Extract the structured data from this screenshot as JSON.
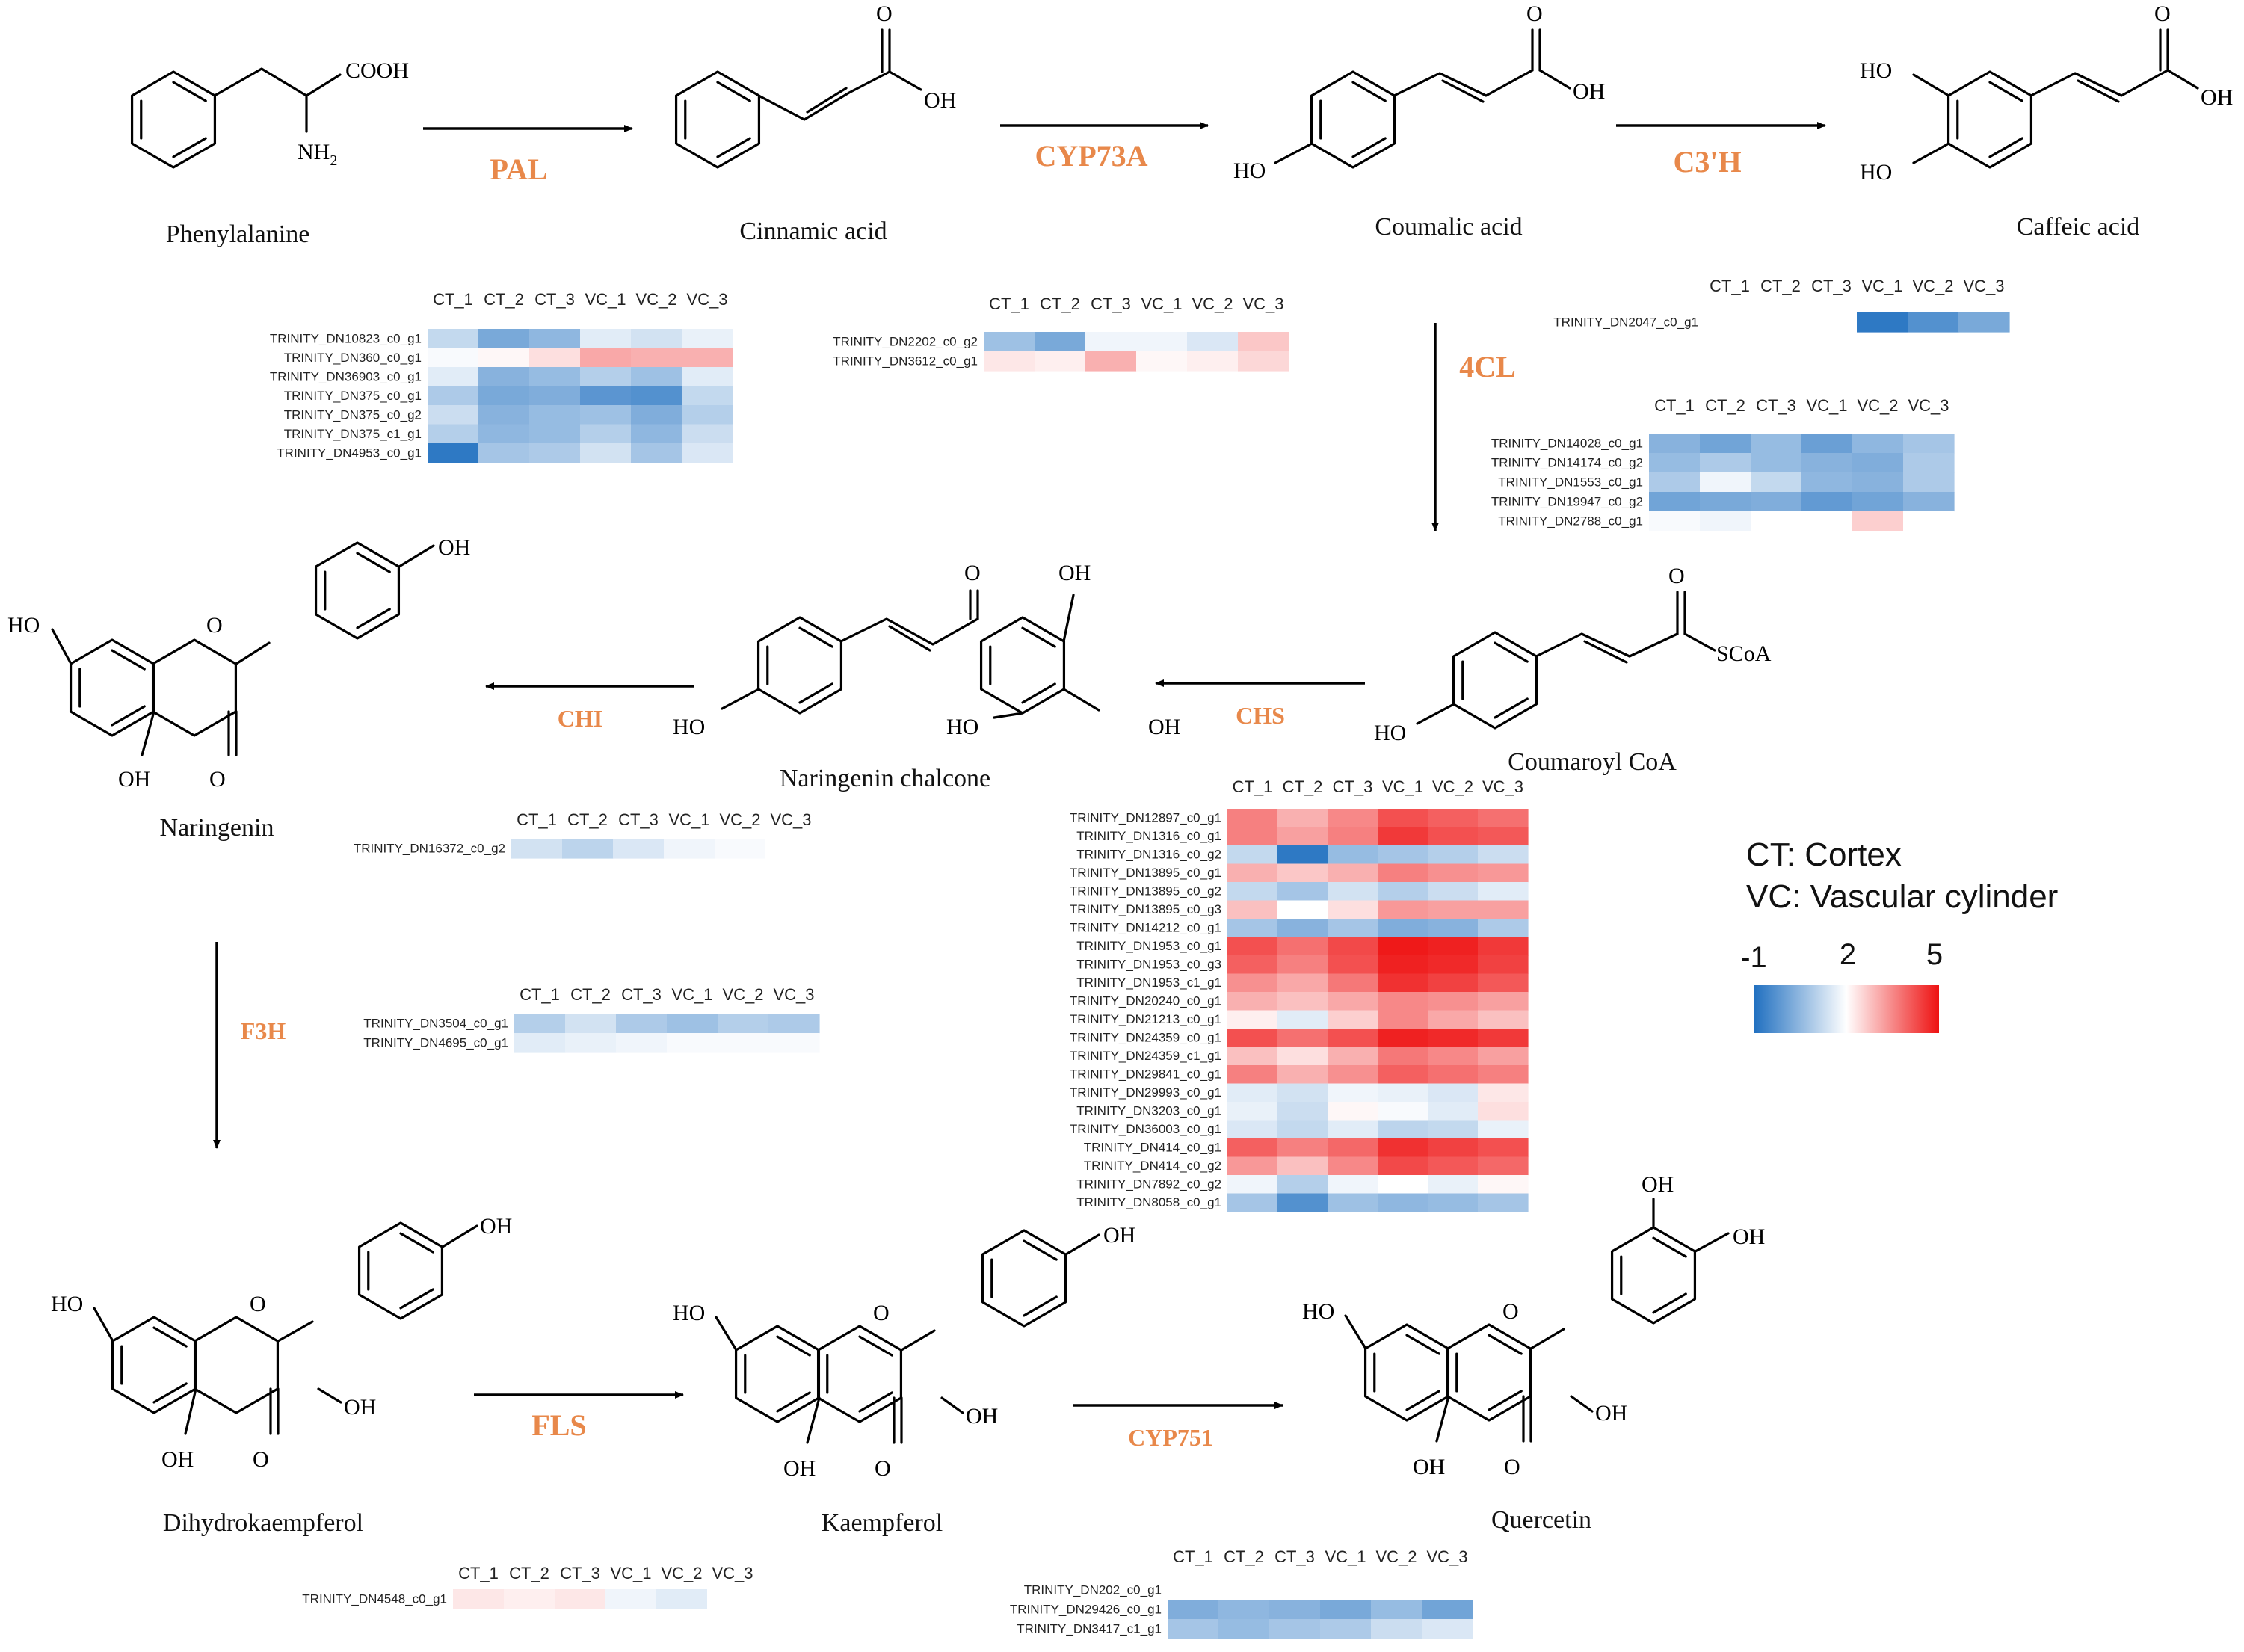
{
  "compounds": {
    "phenylalanine": "Phenylalanine",
    "cinnamic": "Cinnamic acid",
    "coumalic": "Coumalic acid",
    "caffeic": "Caffeic acid",
    "coumaroyl": "Coumaroyl CoA",
    "chalcone": "Naringenin chalcone",
    "naringenin": "Naringenin",
    "dihydrokaempferol": "Dihydrokaempferol",
    "kaempferol": "Kaempferol",
    "quercetin": "Quercetin"
  },
  "enzymes": {
    "pal": "PAL",
    "cyp73a": "CYP73A",
    "c3h": "C3'H",
    "cl4": "4CL",
    "chs": "CHS",
    "chi": "CHI",
    "f3h": "F3H",
    "fls": "FLS",
    "cyp751": "CYP751"
  },
  "atoms": {
    "cooh": "COOH",
    "nh2": "NH",
    "nh2_sub": "2",
    "oh": "OH",
    "ho": "HO",
    "o": "O",
    "scoa": "SCoA"
  },
  "legend": {
    "ct": "CT: Cortex",
    "vc": "VC: Vascular cylinder",
    "ticks": [
      "-1",
      "2",
      "5"
    ],
    "colors": {
      "low": "#1f6fc0",
      "mid": "#ffffff",
      "high": "#ee1111"
    },
    "range": [
      -1,
      5
    ]
  },
  "columns": [
    "CT_1",
    "CT_2",
    "CT_3",
    "VC_1",
    "VC_2",
    "VC_3"
  ],
  "heatmaps": [
    {
      "id": "pal",
      "rows": [
        {
          "gene": "TRINITY_DN10823_c0_g1",
          "values": [
            1.2,
            0.2,
            0.5,
            1.6,
            1.4,
            1.7
          ]
        },
        {
          "gene": "TRINITY_DN360_c0_g1",
          "values": [
            1.9,
            2.1,
            2.4,
            3.1,
            3.0,
            3.0
          ]
        },
        {
          "gene": "TRINITY_DN36903_c0_g1",
          "values": [
            1.6,
            0.4,
            0.6,
            1.0,
            0.7,
            1.6
          ]
        },
        {
          "gene": "TRINITY_DN375_c0_g1",
          "values": [
            0.9,
            0.2,
            0.3,
            -0.2,
            -0.3,
            1.2
          ]
        },
        {
          "gene": "TRINITY_DN375_c0_g2",
          "values": [
            1.3,
            0.4,
            0.6,
            0.7,
            0.3,
            1.0
          ]
        },
        {
          "gene": "TRINITY_DN375_c1_g1",
          "values": [
            1.0,
            0.5,
            0.6,
            1.0,
            0.5,
            1.3
          ]
        },
        {
          "gene": "TRINITY_DN4953_c0_g1",
          "values": [
            -0.8,
            0.8,
            0.9,
            1.4,
            0.8,
            1.5
          ]
        }
      ]
    },
    {
      "id": "cyp73a",
      "rows": [
        {
          "gene": "TRINITY_DN2202_c0_g2",
          "values": [
            0.7,
            0.2,
            1.8,
            1.8,
            1.5,
            2.7
          ]
        },
        {
          "gene": "TRINITY_DN3612_c0_g1",
          "values": [
            2.3,
            2.2,
            3.0,
            2.1,
            2.2,
            2.5
          ]
        }
      ]
    },
    {
      "id": "c3h",
      "rows": [
        {
          "gene": "TRINITY_DN2047_c0_g1",
          "values": [
            2.0,
            2.0,
            2.0,
            -0.8,
            -0.3,
            0.2
          ]
        }
      ]
    },
    {
      "id": "4cl",
      "rows": [
        {
          "gene": "TRINITY_DN14028_c0_g1",
          "values": [
            0.4,
            0.1,
            0.6,
            0.0,
            0.5,
            0.8
          ]
        },
        {
          "gene": "TRINITY_DN14174_c0_g2",
          "values": [
            0.6,
            0.9,
            0.6,
            0.4,
            0.3,
            0.9
          ]
        },
        {
          "gene": "TRINITY_DN1553_c0_g1",
          "values": [
            0.9,
            1.8,
            1.2,
            0.5,
            0.4,
            0.9
          ]
        },
        {
          "gene": "TRINITY_DN19947_c0_g2",
          "values": [
            0.1,
            0.2,
            0.3,
            -0.1,
            0.1,
            0.4
          ]
        },
        {
          "gene": "TRINITY_DN2788_c0_g1",
          "values": [
            1.9,
            1.8,
            2.0,
            2.0,
            2.6,
            2.0
          ]
        }
      ]
    },
    {
      "id": "chi",
      "rows": [
        {
          "gene": "TRINITY_DN16372_c0_g2",
          "values": [
            1.4,
            1.1,
            1.5,
            1.8,
            1.9,
            2.0
          ]
        }
      ]
    },
    {
      "id": "f3h",
      "rows": [
        {
          "gene": "TRINITY_DN3504_c0_g1",
          "values": [
            1.0,
            1.4,
            0.9,
            0.7,
            1.0,
            0.9
          ]
        },
        {
          "gene": "TRINITY_DN4695_c0_g1",
          "values": [
            1.6,
            1.7,
            1.8,
            1.9,
            1.9,
            1.9
          ]
        }
      ]
    },
    {
      "id": "chs",
      "rows": [
        {
          "gene": "TRINITY_DN12897_c0_g1",
          "values": [
            3.6,
            3.0,
            3.5,
            4.2,
            4.0,
            3.8
          ]
        },
        {
          "gene": "TRINITY_DN1316_c0_g1",
          "values": [
            3.6,
            3.2,
            3.6,
            4.5,
            4.2,
            4.1
          ]
        },
        {
          "gene": "TRINITY_DN1316_c0_g2",
          "values": [
            1.2,
            -0.8,
            0.6,
            0.8,
            1.0,
            1.3
          ]
        },
        {
          "gene": "TRINITY_DN13895_c0_g1",
          "values": [
            3.0,
            2.7,
            3.0,
            3.6,
            3.4,
            3.3
          ]
        },
        {
          "gene": "TRINITY_DN13895_c0_g2",
          "values": [
            1.2,
            0.8,
            1.4,
            1.0,
            1.3,
            1.6
          ]
        },
        {
          "gene": "TRINITY_DN13895_c0_g3",
          "values": [
            2.8,
            2.0,
            2.4,
            3.3,
            3.2,
            3.2
          ]
        },
        {
          "gene": "TRINITY_DN14212_c0_g1",
          "values": [
            0.8,
            0.4,
            0.8,
            0.3,
            0.4,
            0.9
          ]
        },
        {
          "gene": "TRINITY_DN1953_c0_g1",
          "values": [
            4.2,
            3.8,
            4.3,
            4.9,
            4.8,
            4.5
          ]
        },
        {
          "gene": "TRINITY_DN1953_c0_g3",
          "values": [
            4.0,
            3.6,
            4.2,
            4.8,
            4.7,
            4.4
          ]
        },
        {
          "gene": "TRINITY_DN1953_c1_g1",
          "values": [
            3.4,
            3.1,
            3.7,
            4.6,
            4.4,
            4.1
          ]
        },
        {
          "gene": "TRINITY_DN20240_c0_g1",
          "values": [
            3.0,
            2.8,
            3.1,
            3.5,
            3.4,
            3.2
          ]
        },
        {
          "gene": "TRINITY_DN21213_c0_g1",
          "values": [
            2.2,
            1.6,
            2.6,
            3.5,
            3.1,
            2.8
          ]
        },
        {
          "gene": "TRINITY_DN24359_c0_g1",
          "values": [
            4.2,
            3.8,
            4.2,
            4.8,
            4.7,
            4.5
          ]
        },
        {
          "gene": "TRINITY_DN24359_c1_g1",
          "values": [
            2.8,
            2.4,
            3.0,
            3.7,
            3.5,
            3.2
          ]
        },
        {
          "gene": "TRINITY_DN29841_c0_g1",
          "values": [
            3.6,
            3.0,
            3.4,
            4.0,
            3.8,
            3.6
          ]
        },
        {
          "gene": "TRINITY_DN29993_c0_g1",
          "values": [
            1.6,
            1.4,
            1.8,
            1.7,
            1.5,
            2.3
          ]
        },
        {
          "gene": "TRINITY_DN3203_c0_g1",
          "values": [
            1.7,
            1.3,
            2.1,
            1.9,
            1.6,
            2.4
          ]
        },
        {
          "gene": "TRINITY_DN36003_c0_g1",
          "values": [
            1.5,
            1.2,
            1.6,
            1.1,
            1.2,
            1.7
          ]
        },
        {
          "gene": "TRINITY_DN414_c0_g1",
          "values": [
            4.0,
            3.6,
            3.9,
            4.6,
            4.4,
            4.2
          ]
        },
        {
          "gene": "TRINITY_DN414_c0_g2",
          "values": [
            3.3,
            2.8,
            3.5,
            4.3,
            4.1,
            3.9
          ]
        },
        {
          "gene": "TRINITY_DN7892_c0_g2",
          "values": [
            1.8,
            1.0,
            1.8,
            2.0,
            1.7,
            2.1
          ]
        },
        {
          "gene": "TRINITY_DN8058_c0_g1",
          "values": [
            0.8,
            -0.3,
            0.7,
            0.5,
            0.6,
            0.8
          ]
        }
      ]
    },
    {
      "id": "fls",
      "rows": [
        {
          "gene": "TRINITY_DN4548_c0_g1",
          "values": [
            2.3,
            2.2,
            2.3,
            1.8,
            1.6,
            2.0
          ]
        }
      ]
    },
    {
      "id": "cyp751",
      "rows": [
        {
          "gene": "TRINITY_DN202_c0_g1",
          "values": [
            2.0,
            2.0,
            2.0,
            2.0,
            2.0,
            2.0
          ]
        },
        {
          "gene": "TRINITY_DN29426_c0_g1",
          "values": [
            0.3,
            0.5,
            0.4,
            0.2,
            0.6,
            0.1
          ]
        },
        {
          "gene": "TRINITY_DN3417_c1_g1",
          "values": [
            0.8,
            0.6,
            0.8,
            0.9,
            1.3,
            1.5
          ]
        }
      ]
    }
  ]
}
